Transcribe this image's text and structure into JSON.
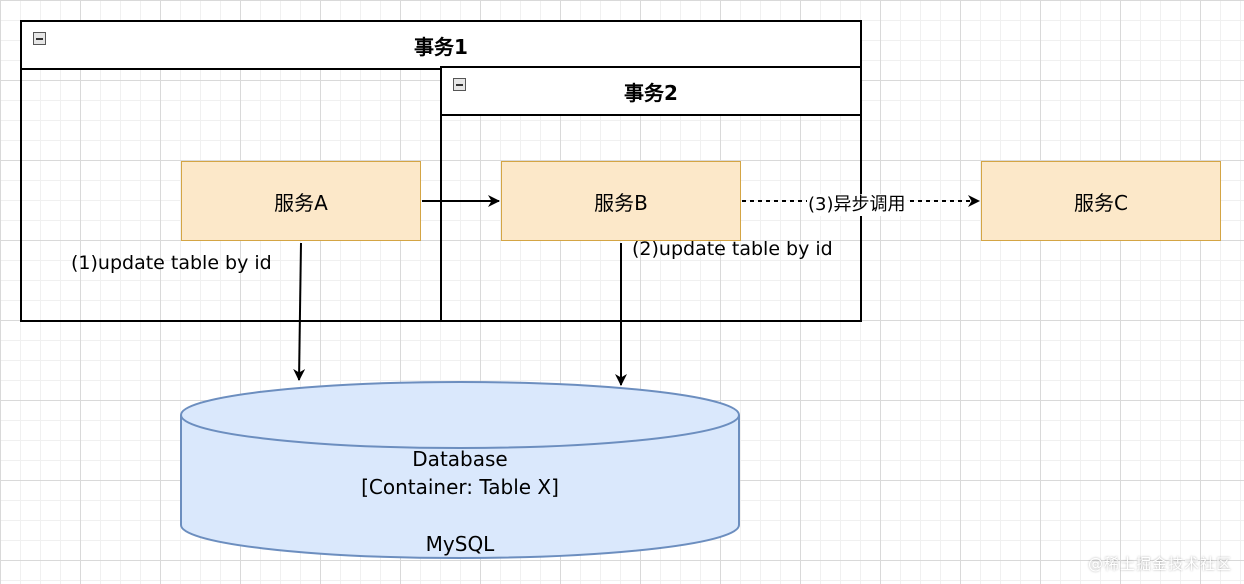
{
  "pools": {
    "tx1": {
      "title": "事务1"
    },
    "tx2": {
      "title": "事务2"
    }
  },
  "services": {
    "a": {
      "label": "服务A"
    },
    "b": {
      "label": "服务B"
    },
    "c": {
      "label": "服务C"
    }
  },
  "edges": {
    "a_update": "(1)update table by id",
    "b_update": "(2)update table by id",
    "b_to_c": "(3)异步调用"
  },
  "database": {
    "name": "Database",
    "container": "[Container: Table X]",
    "tech": "MySQL"
  },
  "colors": {
    "service_fill": "#fce8c9",
    "service_stroke": "#d4a544",
    "db_fill": "#dae8fc",
    "db_stroke": "#6c8ebf"
  },
  "watermark": "@稀土掘金技术社区"
}
